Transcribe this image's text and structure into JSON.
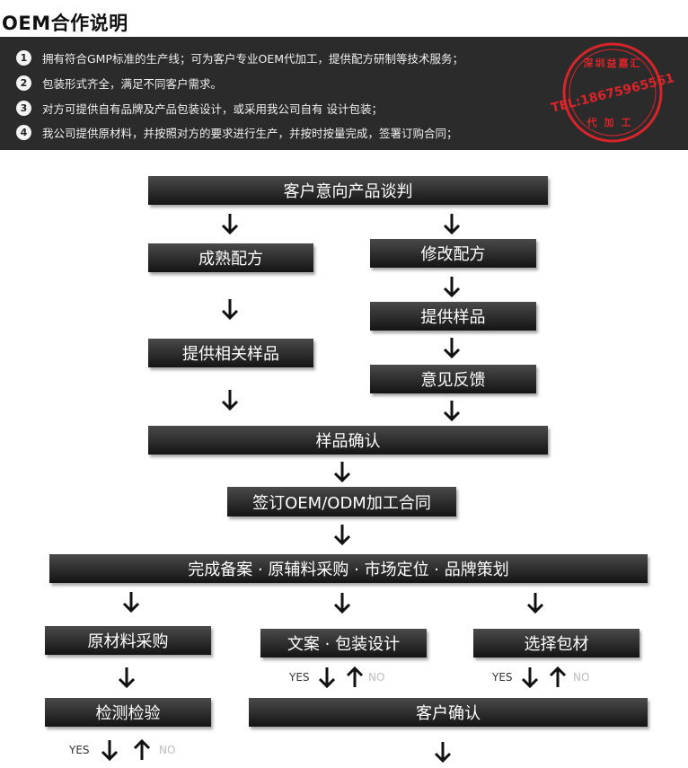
{
  "title": "OEM合作说明",
  "intro": {
    "items": [
      {
        "num": "1",
        "text": "拥有符合GMP标准的生产线；可为客户专业OEM代加工，提供配方研制等技术服务；"
      },
      {
        "num": "2",
        "text": "包装形式齐全，满足不同客户需求。"
      },
      {
        "num": "3",
        "text": "对方可提供自有品牌及产品包装设计，或采用我公司自有 设计包装；"
      },
      {
        "num": "4",
        "text": "我公司提供原材料，并按照对方的要求进行生产，并按时按量完成，签署订购合同；"
      }
    ],
    "stamp": {
      "top_text": "深圳益嘉汇",
      "phone": "TEL:18675965561",
      "bottom_text": "代加工",
      "color": "#d9252a"
    }
  },
  "flow": {
    "negotiation": "客户意向产品谈判",
    "mature_formula": "成熟配方",
    "modify_formula": "修改配方",
    "provide_sample": "提供样品",
    "related_sample": "提供相关样品",
    "feedback": "意见反馈",
    "sample_confirm": "样品确认",
    "sign_contract": "签订OEM/ODM加工合同",
    "filing": "完成备案 · 原辅料采购 · 市场定位 · 品牌策划",
    "raw_purchase": "原材料采购",
    "copy_design": "文案 · 包装设计",
    "choose_material": "选择包材",
    "inspection": "检测检验",
    "customer_confirm": "客户确认",
    "yes": "YES",
    "no": "NO"
  }
}
